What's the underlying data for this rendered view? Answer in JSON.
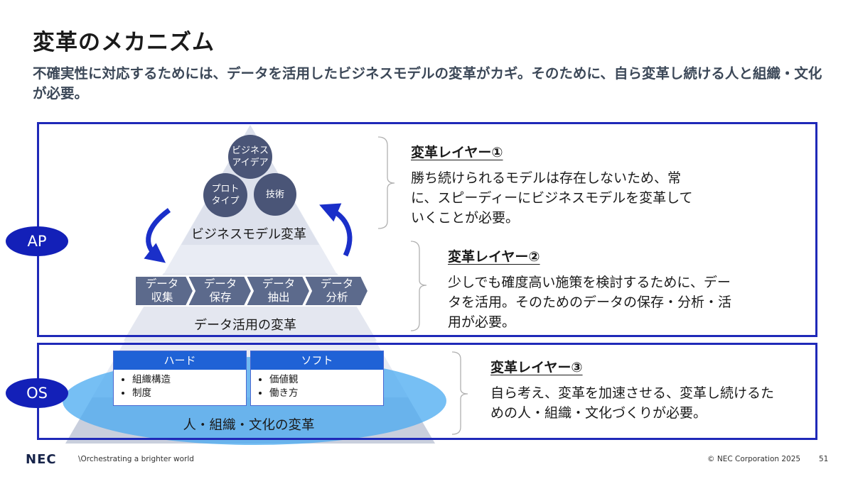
{
  "title": "変革のメカニズム",
  "subtitle": "不確実性に対応するためには、データを活用したビジネスモデルの変革がカギ。そのために、自ら変革し続ける人と組織・文化が必要。",
  "layers": {
    "ap": "AP",
    "os": "OS"
  },
  "pyramid": {
    "circles": {
      "idea": "ビジネス\nアイデア",
      "proto": "プロト\nタイプ",
      "tech": "技術"
    },
    "business_model_label": "ビジネスモデル変革",
    "data_steps": [
      "データ\n収集",
      "データ\n保存",
      "データ\n抽出",
      "データ\n分析"
    ],
    "data_label": "データ活用の変革",
    "org_label": "人・組織・文化の変革",
    "hard": {
      "title": "ハード",
      "items": [
        "組織構造",
        "制度"
      ]
    },
    "soft": {
      "title": "ソフト",
      "items": [
        "価値観",
        "働き方"
      ]
    }
  },
  "descriptions": [
    {
      "heading": "変革レイヤー①",
      "body": "勝ち続けられるモデルは存在しないため、常に、スピーディーにビジネスモデルを変革していくことが必要。"
    },
    {
      "heading": "変革レイヤー②",
      "body": "少しでも確度高い施策を検討するために、データを活用。そのためのデータの保存・分析・活用が必要。"
    },
    {
      "heading": "変革レイヤー③",
      "body": "自ら考え、変革を加速させる、変革し続けるための人・組織・文化づくりが必要。"
    }
  ],
  "footer": {
    "logo": "NEC",
    "tagline": "\\Orchestrating a brighter world",
    "copyright": "© NEC Corporation 2025",
    "page": "51"
  },
  "colors": {
    "frame": "#1f29b8",
    "pill": "#1320b8",
    "circle": "#4a5577",
    "chevron": "#5c6a8c",
    "ellipse": "#48aaf0",
    "box_header": "#1f62d6",
    "arrow": "#1a2fc9"
  }
}
